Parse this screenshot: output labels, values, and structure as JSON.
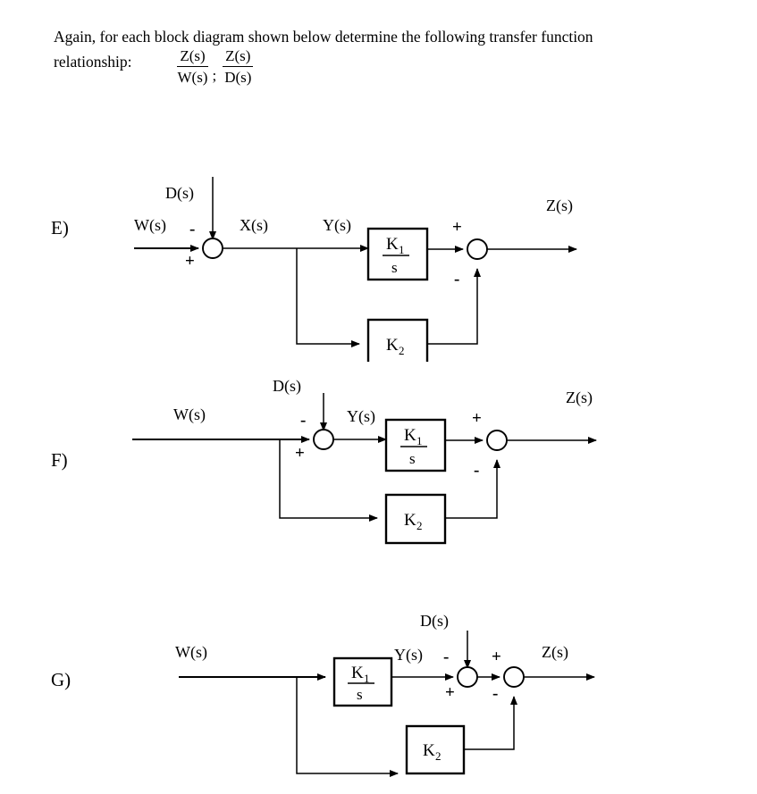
{
  "intro": {
    "line1": "Again, for each block diagram shown below determine the following transfer function",
    "line2": "relationship:",
    "ratio1": {
      "numerator": "Z(s)",
      "denominator": "W(s)"
    },
    "separator": ";",
    "ratio2": {
      "numerator": "Z(s)",
      "denominator": "D(s)"
    }
  },
  "labels": {
    "W": "W(s)",
    "X": "X(s)",
    "Y": "Y(s)",
    "Z": "Z(s)",
    "D": "D(s)",
    "K1_num": "K",
    "K1_sub": "1",
    "K1_den": "s",
    "K2": "K",
    "K2_sub": "2",
    "plus": "+",
    "minus": "-"
  },
  "diagrams": [
    {
      "id": "E",
      "case_label": "E)",
      "input_label": "W(s)",
      "disturbance_label": "D(s)",
      "intermediate_label": "X(s)",
      "forward_label": "Y(s)",
      "output_label": "Z(s)",
      "block_forward": "K1/s",
      "block_feedback": "K2",
      "junction1_signs": {
        "top": "-",
        "bottom": "+"
      },
      "junction2_signs": {
        "top": "+",
        "bottom": "-"
      },
      "branch_source": "after-junction-1"
    },
    {
      "id": "F",
      "case_label": "F)",
      "input_label": "W(s)",
      "disturbance_label": "D(s)",
      "forward_label": "Y(s)",
      "output_label": "Z(s)",
      "block_forward": "K1/s",
      "block_feedback": "K2",
      "junction1_signs": {
        "top": "-",
        "bottom": "+"
      },
      "junction2_signs": {
        "top": "+",
        "bottom": "-"
      },
      "branch_source": "before-junction-1"
    },
    {
      "id": "G",
      "case_label": "G)",
      "input_label": "W(s)",
      "disturbance_label": "D(s)",
      "forward_label": "Y(s)",
      "output_label": "Z(s)",
      "block_forward": "K1/s",
      "block_feedback": "K2",
      "junction1_signs": {
        "top": "-",
        "bottom": "+"
      },
      "junction2_signs": {
        "top": "+",
        "bottom": "-"
      },
      "branch_source": "input-split"
    }
  ]
}
